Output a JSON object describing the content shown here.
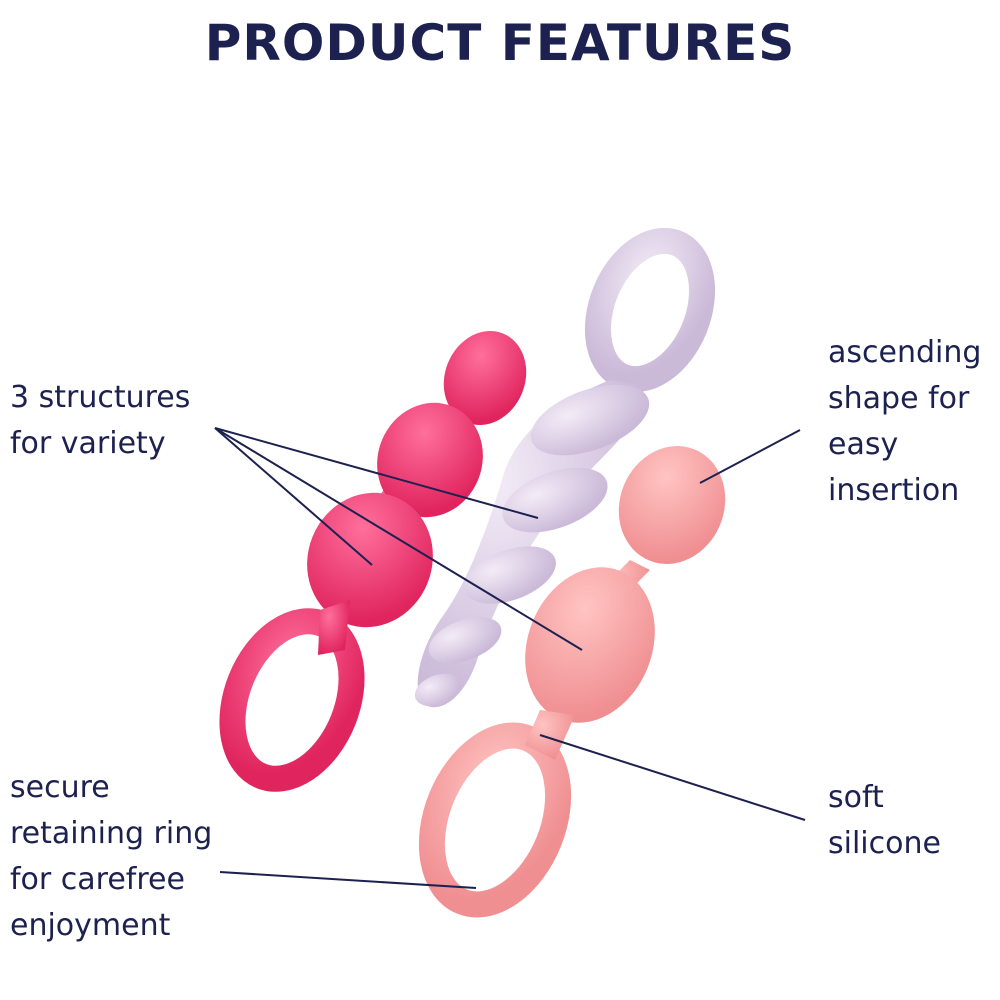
{
  "title": "PRODUCT FEATURES",
  "colors": {
    "text": "#1c2150",
    "pink_toy": "#ec3b74",
    "lavender_toy": "#ddd0e6",
    "peach_toy": "#f5a2a3"
  },
  "features": {
    "structures": [
      "3 structures",
      "for variety"
    ],
    "ascending": [
      "ascending",
      "shape for",
      "easy",
      "insertion"
    ],
    "ring": [
      "secure",
      "retaining ring",
      "for carefree",
      "enjoyment"
    ],
    "silicone": [
      "soft",
      "silicone"
    ]
  }
}
